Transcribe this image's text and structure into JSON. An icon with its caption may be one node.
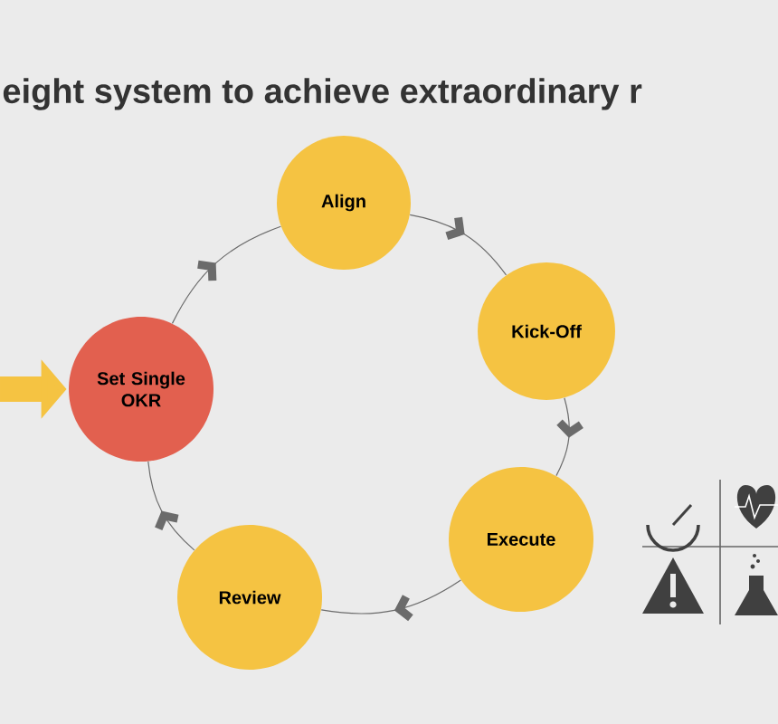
{
  "diagram": {
    "title": "eight system to achieve extraordinary r",
    "nodes": [
      {
        "text": [
          "Set Single OKR"
        ]
      },
      {
        "text": [
          "Align"
        ]
      },
      {
        "text": [
          "Kick-Off"
        ]
      },
      {
        "text": [
          "Execute"
        ]
      },
      {
        "text": [
          "Review"
        ]
      }
    ],
    "edges": [
      {
        "from": null,
        "to": 0,
        "arrow": "to",
        "style": "thick",
        "color": "#f5c342"
      },
      {
        "from": 0,
        "to": 1,
        "arrow": "to"
      },
      {
        "from": 1,
        "to": 2,
        "arrow": "to"
      },
      {
        "from": 2,
        "to": 3,
        "arrow": "to"
      },
      {
        "from": 3,
        "to": 4,
        "arrow": "to"
      },
      {
        "from": 4,
        "to": 0,
        "arrow": "to"
      }
    ]
  }
}
